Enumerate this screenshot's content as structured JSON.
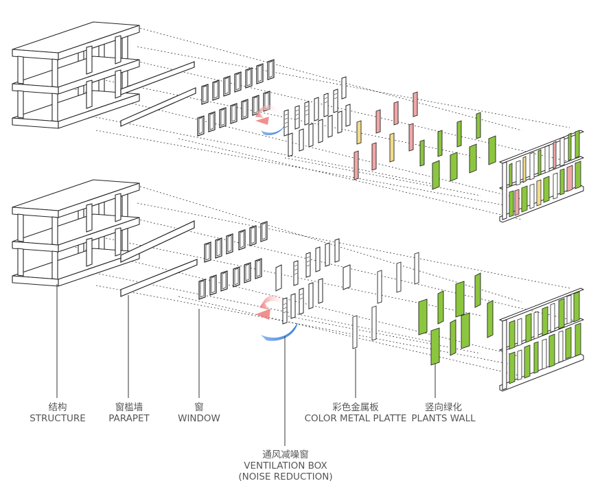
{
  "colors": {
    "line": "#222222",
    "panel_fill": "#ffffff",
    "plant_green": "#8cc63f",
    "metal_pink": "#f2a7a7",
    "metal_yellow": "#f2dc8c",
    "air_red": "#f07c7c",
    "air_blue": "#3a7fd8",
    "label_text": "#555555"
  },
  "labels": {
    "structure": {
      "cn": "结构",
      "en": "STRUCTURE"
    },
    "parapet": {
      "cn": "窗槛墙",
      "en": "PARAPET"
    },
    "window": {
      "cn": "窗",
      "en": "WINDOW"
    },
    "ventilation": {
      "cn": "通风减噪窗",
      "en1": "VENTILATION BOX",
      "en2": "(NOISE REDUCTION)"
    },
    "metal": {
      "cn": "彩色金属板",
      "en": "COLOR METAL PLATTE"
    },
    "plants": {
      "cn": "竖向绿化",
      "en": "PLANTS WALL"
    }
  },
  "icons": [
    "structure-frame-icon",
    "parapet-bar-icon",
    "window-panel-icon",
    "ventilation-box-icon",
    "metal-plate-icon",
    "plant-panel-icon",
    "airflow-arrow-icon"
  ]
}
